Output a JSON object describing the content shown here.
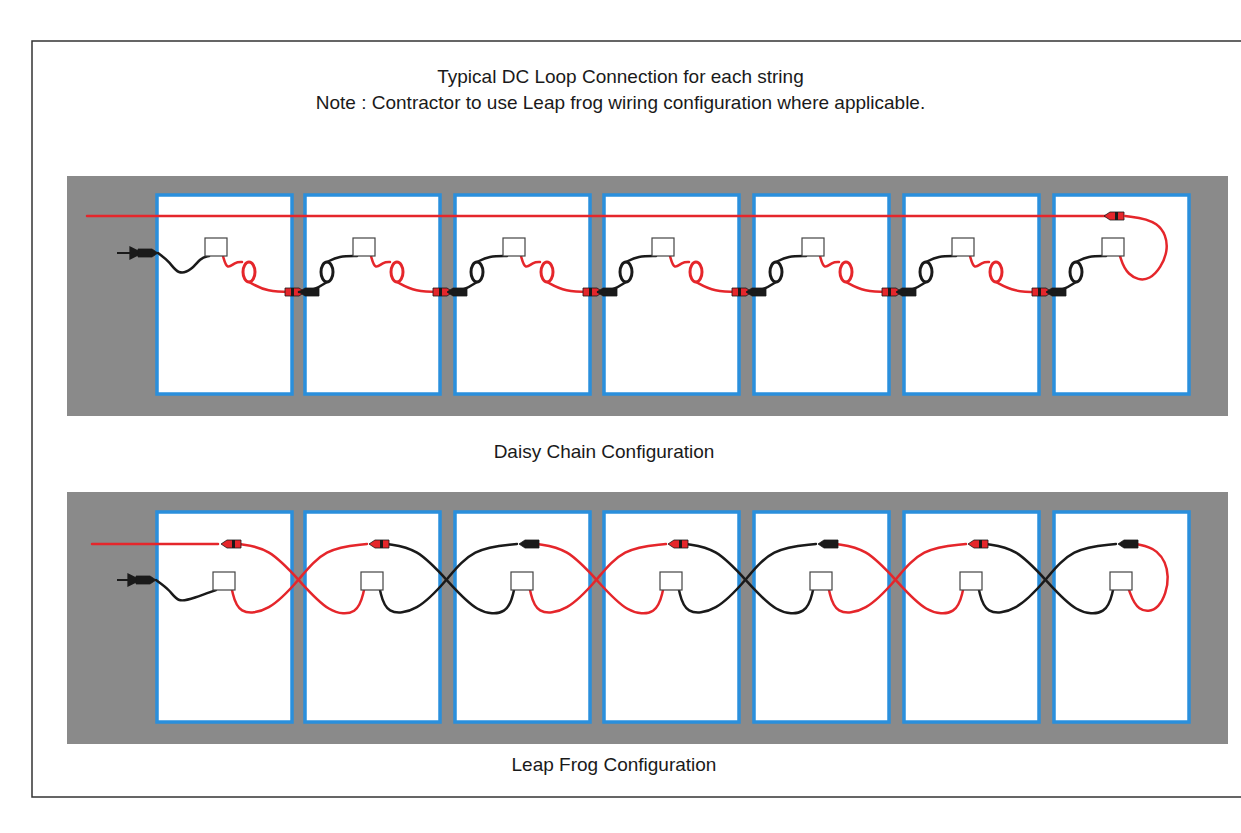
{
  "diagram": {
    "title": "Typical DC Loop Connection for each string",
    "labels": [
      "Note : Contractor to use Leap frog wiring configuration where applicable.",
      "Daisy Chain Configuration",
      "Leap Frog Configuration"
    ]
  }
}
